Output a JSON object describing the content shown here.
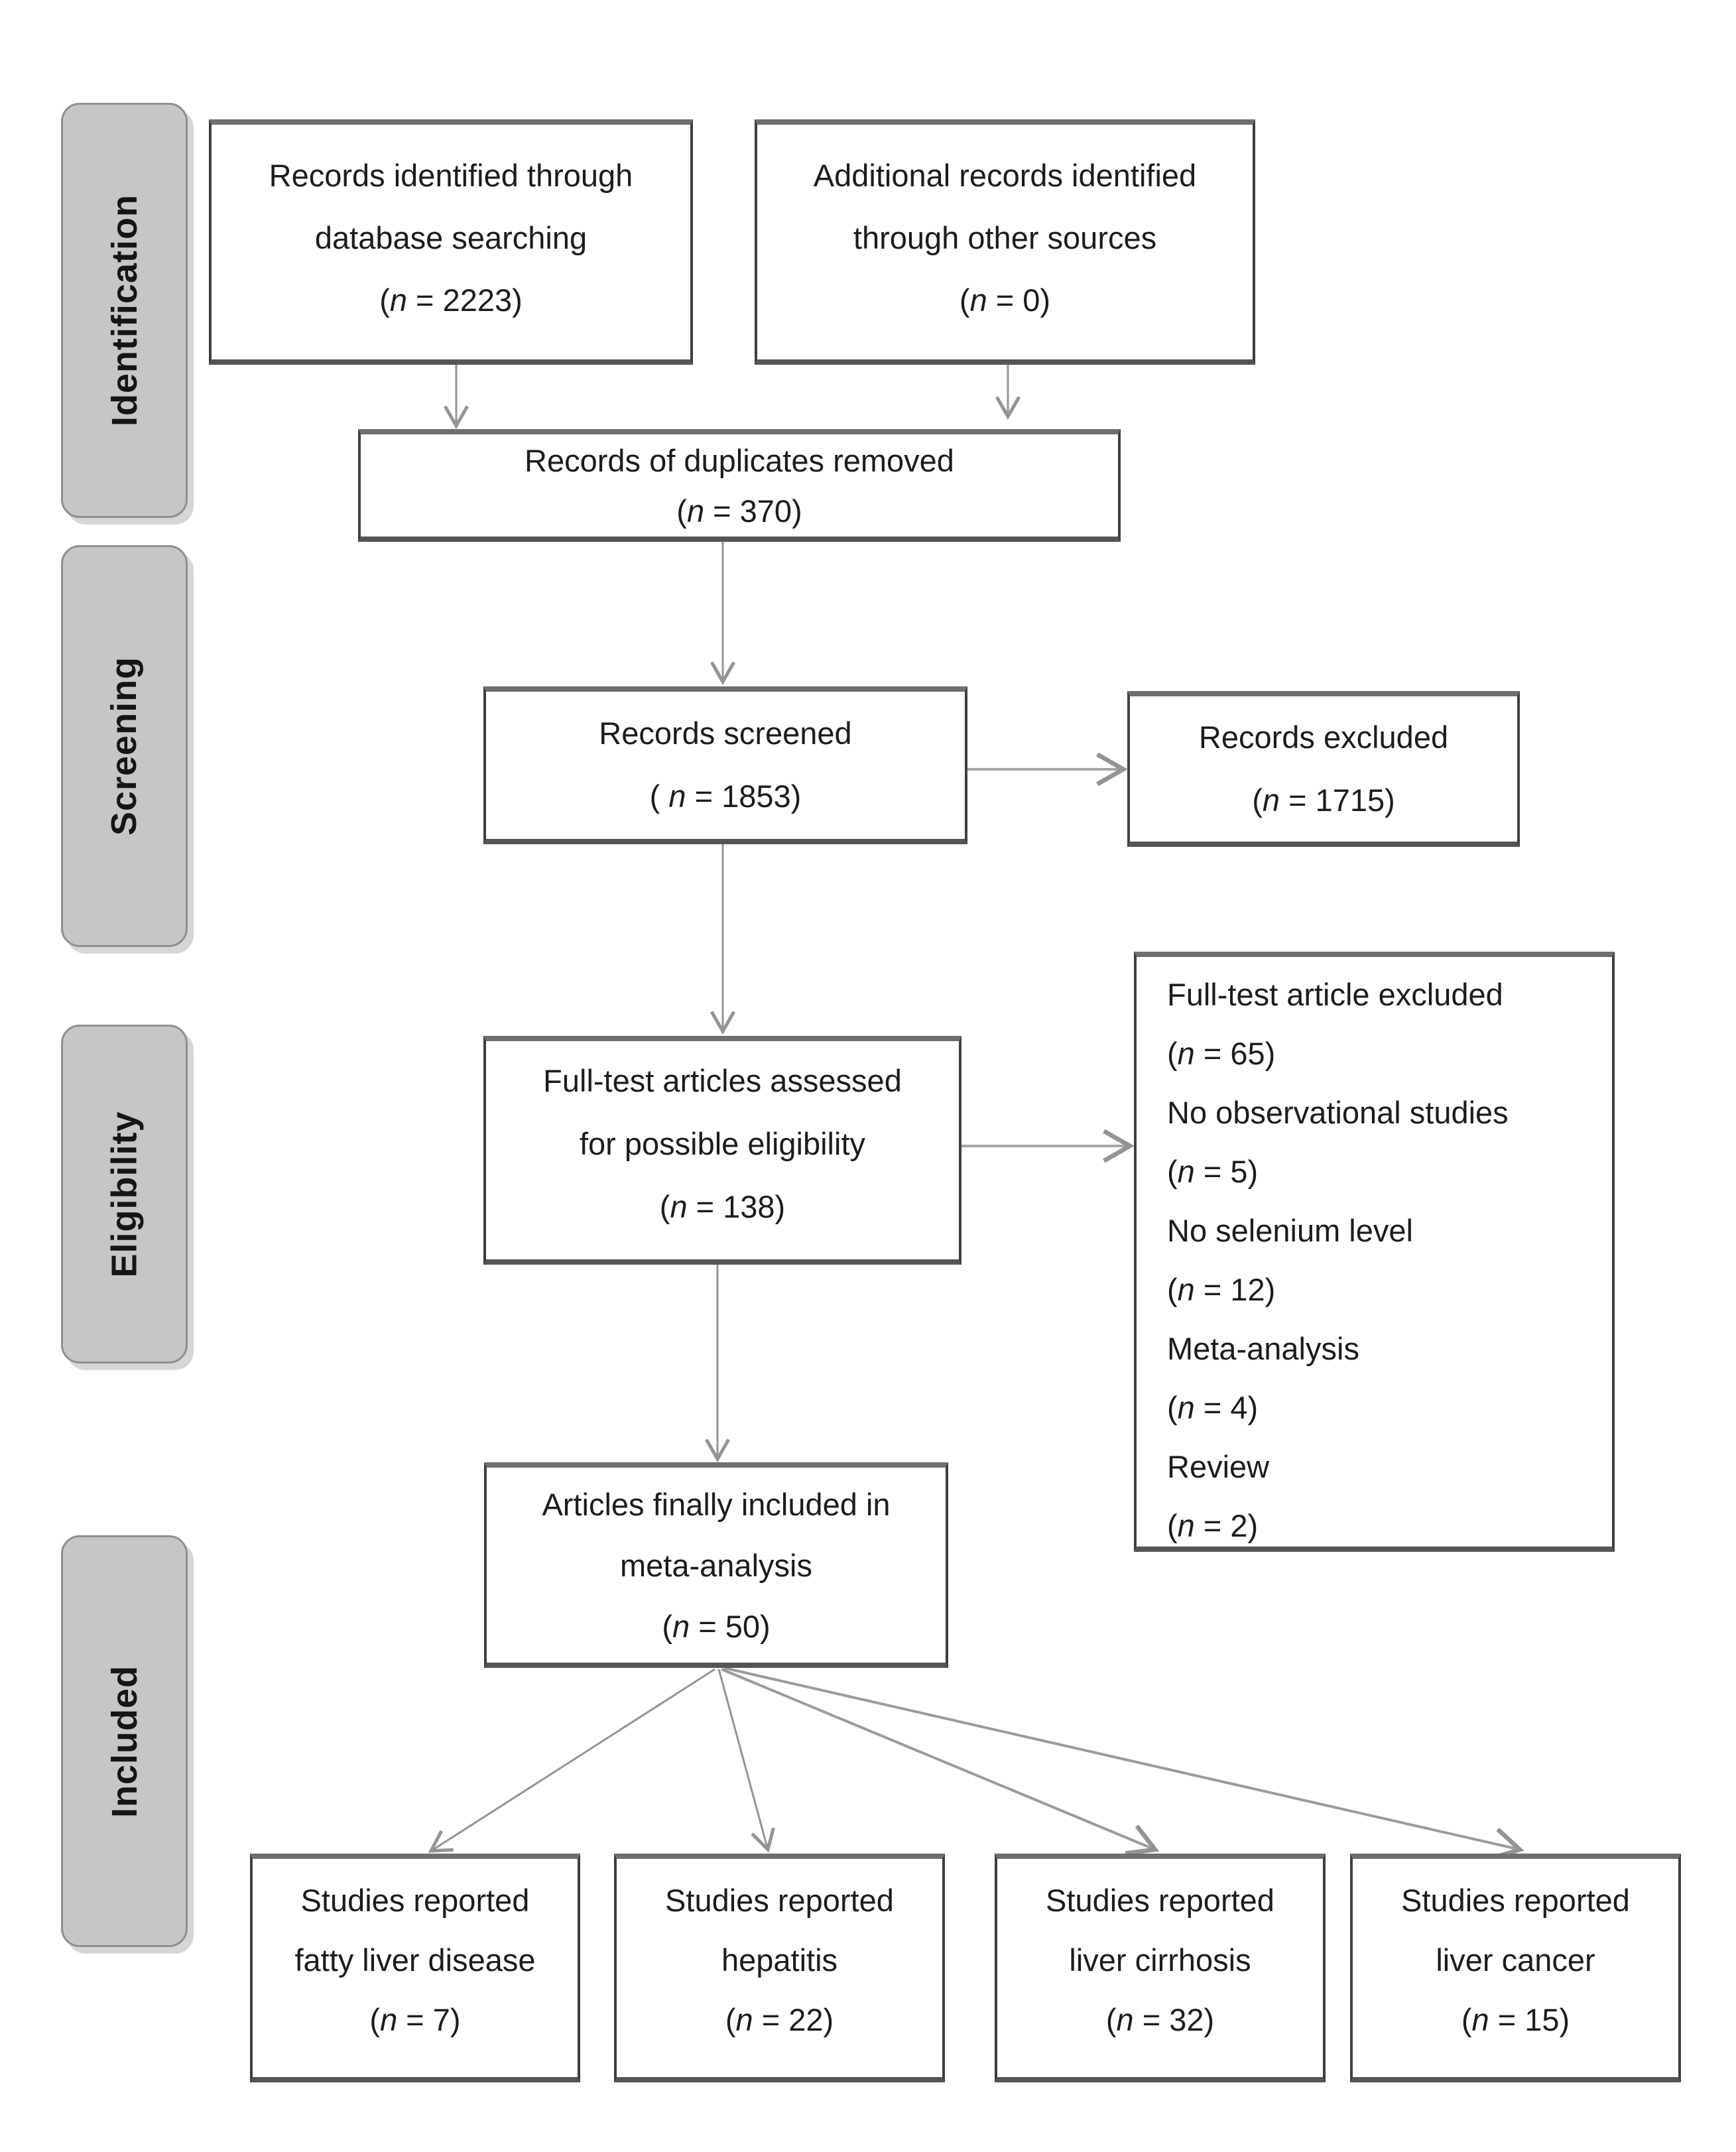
{
  "diagram": {
    "stages": [
      {
        "label": "Identification"
      },
      {
        "label": "Screening"
      },
      {
        "label": "Eligibility"
      },
      {
        "label": "Included"
      }
    ],
    "boxes": {
      "identified": {
        "line1": "Records identified through",
        "line2": "database searching",
        "n_open": "(",
        "n_sym": "n",
        "n_rest": " = 2223)"
      },
      "additional": {
        "line1": "Additional records identified",
        "line2": "through other sources",
        "n_open": "(",
        "n_sym": "n",
        "n_rest": " = 0)"
      },
      "duplicates": {
        "line1": "Records of duplicates removed",
        "n_open": "(",
        "n_sym": "n",
        "n_rest": " = 370)"
      },
      "screened": {
        "line1": "Records screened",
        "n_open": "( ",
        "n_sym": "n",
        "n_rest": " = 1853)"
      },
      "excluded": {
        "line1": "Records excluded",
        "n_open": "(",
        "n_sym": "n",
        "n_rest": " = 1715)"
      },
      "fulltext": {
        "line1": "Full-test articles assessed",
        "line2": "for possible eligibility",
        "n_open": "(",
        "n_sym": "n",
        "n_rest": " = 138)"
      },
      "included_final": {
        "line1": "Articles finally included in",
        "line2": "meta-analysis",
        "n_open": "(",
        "n_sym": "n",
        "n_rest": " = 50)"
      },
      "outcome_fatty_liver": {
        "line1": "Studies reported",
        "line2": "fatty liver disease",
        "n_open": "(",
        "n_sym": "n",
        "n_rest": " = 7)"
      },
      "outcome_hepatitis": {
        "line1": "Studies reported",
        "line2": "hepatitis",
        "n_open": "(",
        "n_sym": "n",
        "n_rest": " = 22)"
      },
      "outcome_cirrhosis": {
        "line1": "Studies reported",
        "line2": "liver cirrhosis",
        "n_open": "(",
        "n_sym": "n",
        "n_rest": " = 32)"
      },
      "outcome_cancer": {
        "line1": "Studies reported",
        "line2": "liver cancer",
        "n_open": "(",
        "n_sym": "n",
        "n_rest": " = 15)"
      }
    },
    "exclusion_reasons": {
      "items": [
        {
          "label": "Full-test article excluded",
          "n_open": "(",
          "n_sym": "n",
          "n_rest": " = 65)"
        },
        {
          "label": "No observational studies",
          "n_open": "(",
          "n_sym": "n",
          "n_rest": " = 5)"
        },
        {
          "label": "No selenium level",
          "n_open": "(",
          "n_sym": "n",
          "n_rest": " = 12)"
        },
        {
          "label": "Meta-analysis",
          "n_open": "(",
          "n_sym": "n",
          "n_rest": " = 4)"
        },
        {
          "label": "Review",
          "n_open": "(",
          "n_sym": "n",
          "n_rest": " = 2)"
        }
      ]
    },
    "colors": {
      "background": "#ffffff",
      "stage_bg": "#c6c6c6",
      "stage_border": "#8f8f8f",
      "box_border": "#3f3f3f",
      "box_border_top": "#6f6f6f",
      "arrow": "#949494",
      "text": "#1c1c1c"
    }
  }
}
